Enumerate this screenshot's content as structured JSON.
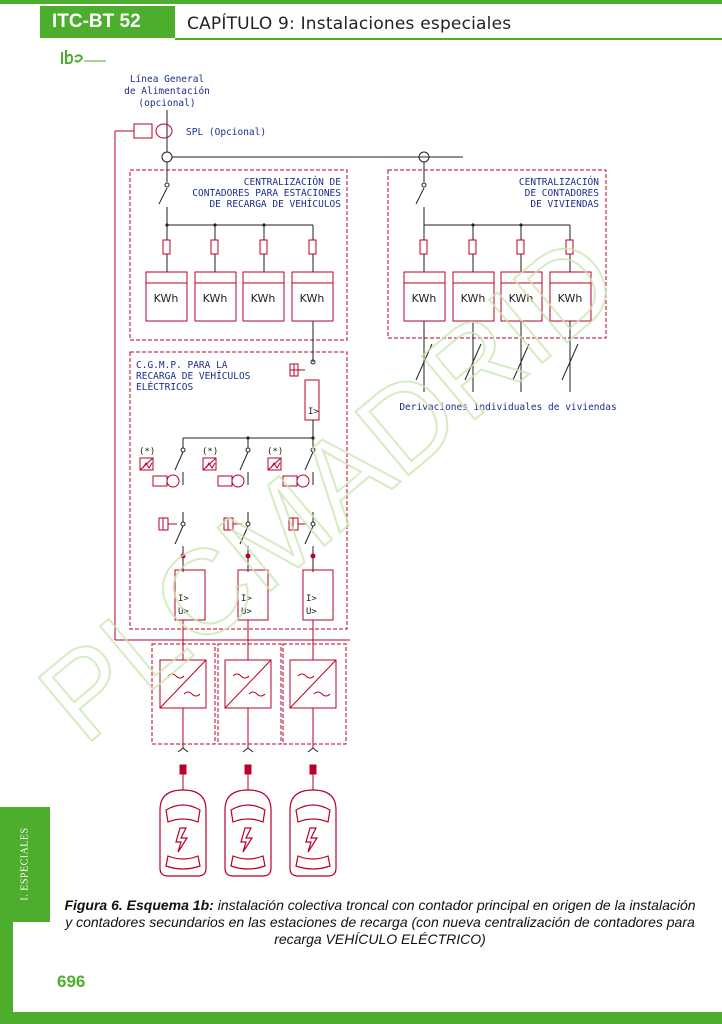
{
  "header": {
    "badge": "ITC-BT 52",
    "chapter": "CAPÍTULO 9: Instalaciones especiales"
  },
  "logo": {
    "icon": "ipe-logo-icon"
  },
  "sidebar": {
    "section_label": "I. ESPECIALES"
  },
  "diagram": {
    "lga_line1": "Línea General",
    "lga_line2": "de Alimentación",
    "lga_line3": "(opcional)",
    "spl": "SPL (Opcional)",
    "ve_meters_line1": "CENTRALIZACIÓN DE",
    "ve_meters_line2": "CONTADORES PARA ESTACIONES",
    "ve_meters_line3": "DE RECARGA DE VEHÍCULOS",
    "home_meters_line1": "CENTRALIZACIÓN",
    "home_meters_line2": "DE CONTADORES",
    "home_meters_line3": "DE VIVIENDAS",
    "meter_label": "KWh",
    "cgmp_line1": "C.G.M.P. PARA LA",
    "cgmp_line2": "RECARGA DE VEHÍCULOS",
    "cgmp_line3": "ELÉCTRICOS",
    "derivaciones": "Derivaciones individuales de viviendas",
    "note_mark": "(*)",
    "i_gt": "I>",
    "u_gt": "U>"
  },
  "watermark": {
    "text": "PLCMADRID"
  },
  "caption": {
    "bold": "Figura 6. Esquema 1b:",
    "text": " instalación colectiva troncal con contador principal en origen de la instalación y contadores secundarios en las estaciones de recarga (con nueva centralización de contadores para recarga VEHÍCULO ELÉCTRICO)"
  },
  "page_number": "696",
  "colors": {
    "green": "#4cae2c",
    "red": "#b8002a",
    "blue": "#1c2e8c",
    "watermark": "#d8ecc8"
  }
}
